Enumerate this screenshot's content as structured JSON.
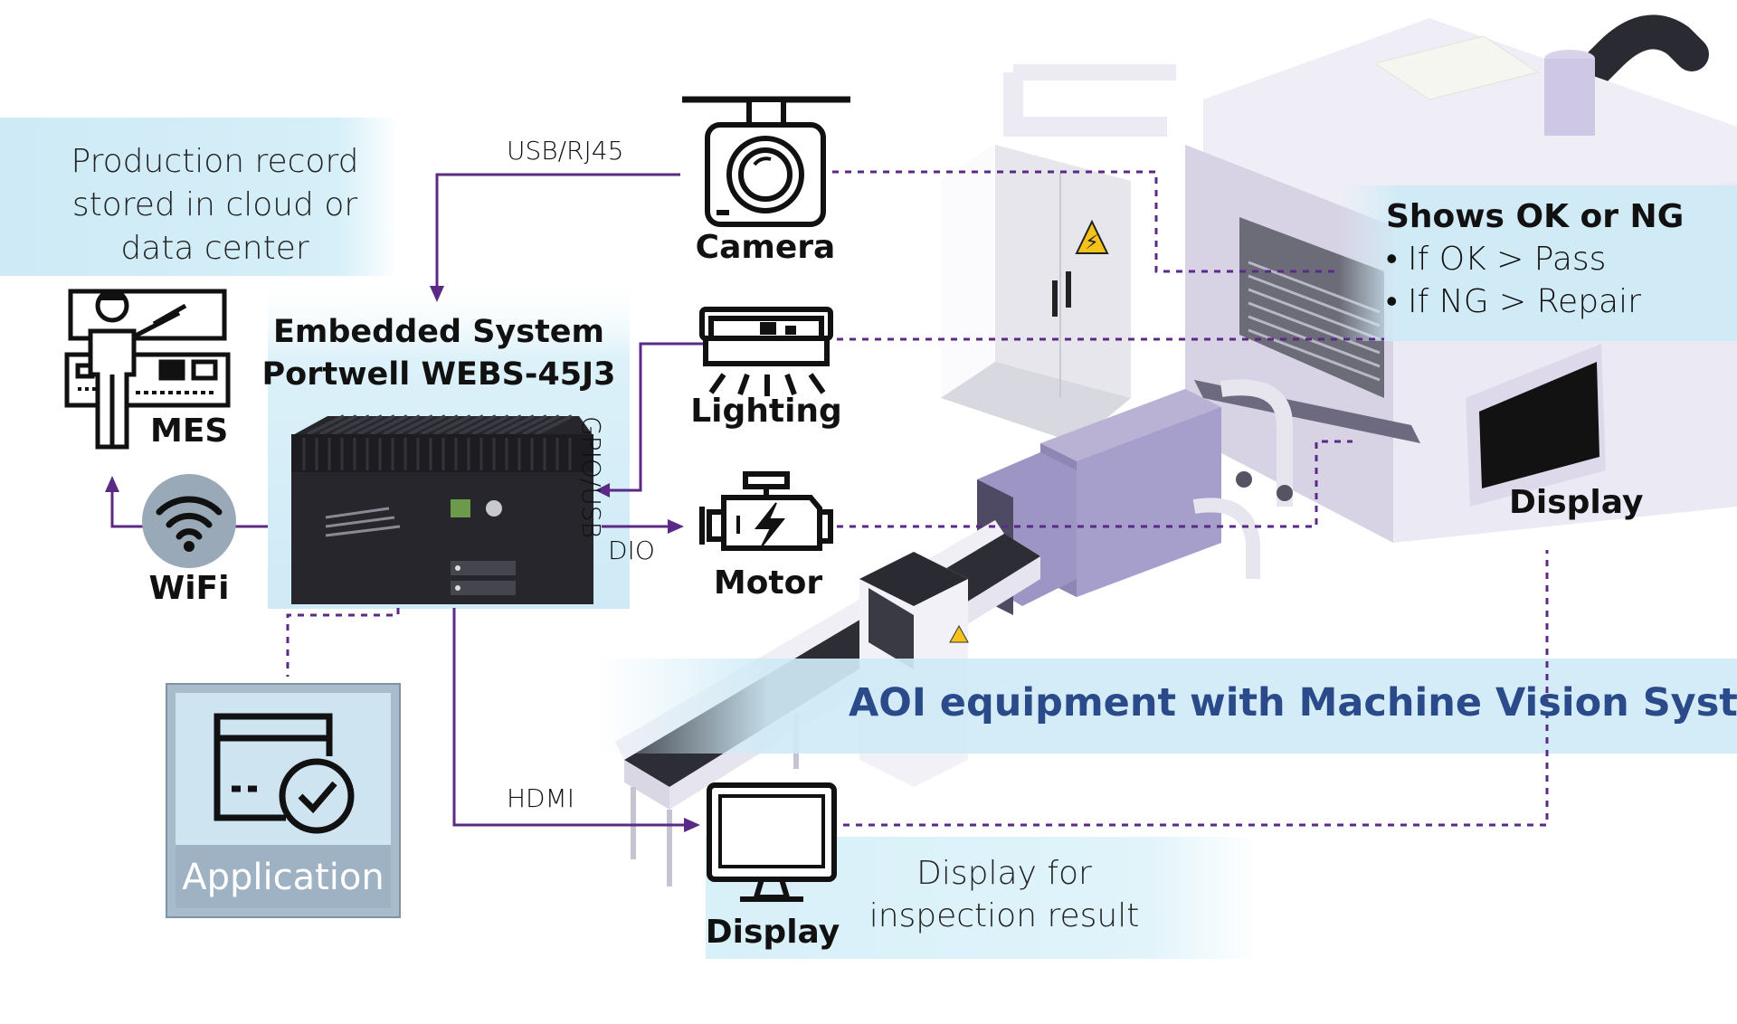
{
  "connections": {
    "usb_rj45": "USB/RJ45",
    "gpio_usb": "GPIO/USB",
    "dio": "DIO",
    "hdmi": "HDMI"
  },
  "cloud_note": {
    "line1": "Production record",
    "line2": "stored in cloud or",
    "line3": "data center"
  },
  "system": {
    "line1": "Embedded System",
    "line2": "Portwell WEBS-45J3"
  },
  "devices": {
    "camera": "Camera",
    "lighting": "Lighting",
    "motor": "Motor",
    "display": "Display",
    "mes": "MES",
    "wifi": "WiFi",
    "application": "Application",
    "machine_display": "Display"
  },
  "result_panel": {
    "title": "Shows OK or NG",
    "item1": "If OK > Pass",
    "item2": "If NG > Repair"
  },
  "banner": "AOI equipment with Machine Vision System",
  "display_note": {
    "line1": "Display for",
    "line2": "inspection result"
  },
  "colors": {
    "accent_line": "#5b2a86",
    "band": "#d3eef8",
    "banner_text": "#2b4a8a",
    "app_box": "#a9bccc"
  }
}
